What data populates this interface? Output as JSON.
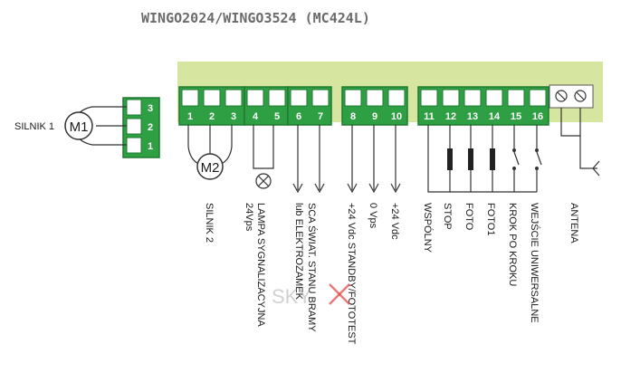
{
  "title": "WINGO2024/WINGO3524 (MC424L)",
  "colors": {
    "board": "#d6e6a0",
    "terminal": "#2ea043",
    "terminal_border": "#1f7a30",
    "wire": "#333333",
    "watermark_cross": "#e04040"
  },
  "motor1": {
    "label": "SILNIK 1",
    "symbol": "M1",
    "terminals": [
      "3",
      "2",
      "1"
    ]
  },
  "motor2": {
    "symbol": "M2"
  },
  "antenna_screw_icons": [
    "screw-icon",
    "screw-icon"
  ],
  "terminals": [
    "1",
    "2",
    "3",
    "4",
    "5",
    "6",
    "7",
    "8",
    "9",
    "10",
    "11",
    "12",
    "13",
    "14",
    "15",
    "16"
  ],
  "labels": {
    "silnik2": "SILNIK 2",
    "lampa_1": "LAMPA SYGNALIZACYJNA",
    "lampa_2": "24Vps",
    "sca_1": "SCA ŚWIAT. STANU BRAMY",
    "sca_2": "lub ELEKTROZAMEK",
    "t8": "+24 Vdc STANDBY/FOTOTEST",
    "t9": "0 Vps",
    "t10": "+24 Vdc",
    "t11": "WSPÓLNY",
    "t12": "STOP",
    "t13": "FOTO",
    "t14": "FOTO1",
    "t15": "KROK PO KROKU",
    "t16": "WEJŚCIE UNIWERSALNE",
    "antenna": "ANTENA"
  },
  "watermark": "SKY"
}
